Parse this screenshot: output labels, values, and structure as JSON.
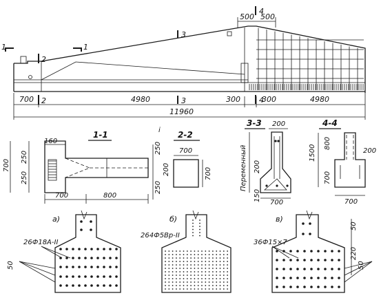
{
  "elevation": {
    "dims": {
      "d500a": "500",
      "d500b": "500",
      "d700": "700",
      "d4980a": "4980",
      "d300a": "300",
      "d300b": "300",
      "d4980b": "4980",
      "d11960": "11960"
    },
    "marks": {
      "m1l": "1",
      "m1r": "1",
      "m2": "2",
      "m2b": "2",
      "m3": "3",
      "m3b": "3",
      "m4": "4",
      "m4b": "4"
    }
  },
  "sections": {
    "s11": {
      "title": "1-1",
      "d160": "160",
      "d700": "700",
      "d250a": "250",
      "d250b": "250",
      "d250c": "250",
      "d250d": "250",
      "d200": "200",
      "d700b": "700",
      "d800": "800",
      "i": "i"
    },
    "s22": {
      "title": "2-2",
      "d700a": "700",
      "d700b": "700"
    },
    "s33": {
      "title": "3-3",
      "d200a": "200",
      "var": "Переменный",
      "d200b": "200",
      "d150": "150",
      "d700": "700"
    },
    "s44": {
      "title": "4-4",
      "d1500": "1500",
      "d800": "800",
      "d200": "200",
      "d700a": "700",
      "d700b": "700"
    }
  },
  "details": {
    "a": {
      "letter": "a)",
      "label": "26Ф18А-II",
      "d50": "50"
    },
    "b": {
      "letter": "б)",
      "label": "264Ф5Вр-II"
    },
    "v": {
      "letter": "в)",
      "label": "36Ф15×7",
      "d50a": "50",
      "d220": "220",
      "d50b": "50"
    }
  }
}
